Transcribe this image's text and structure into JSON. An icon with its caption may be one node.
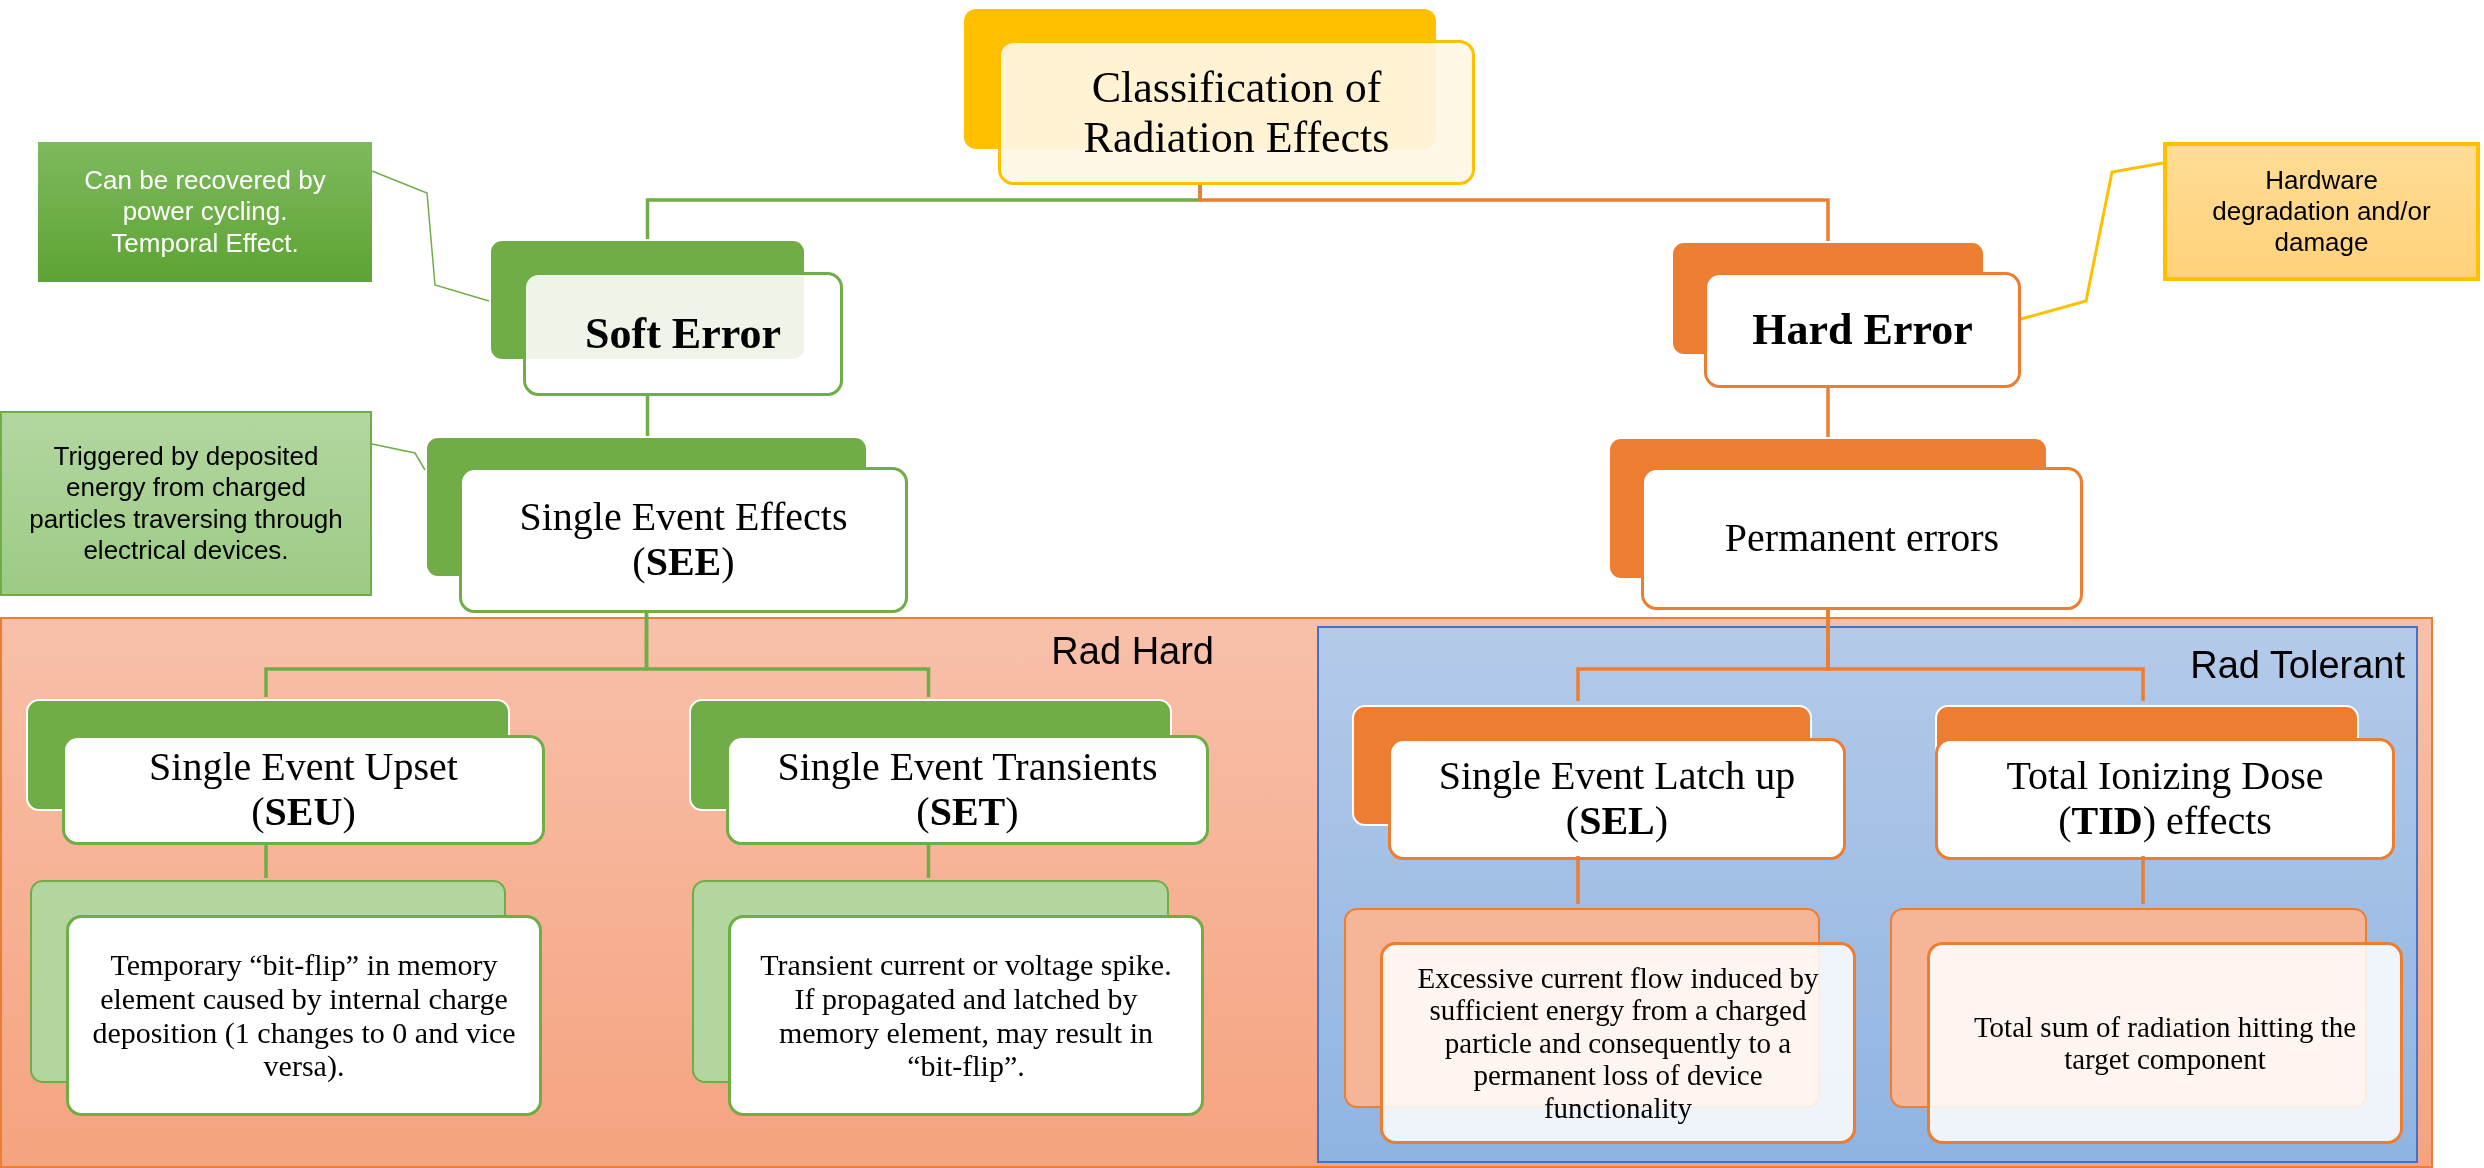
{
  "diagram": {
    "nodes": [
      {
        "text": [
          "Classification of Radiation Effects"
        ]
      },
      {
        "text": [
          "Can be recovered by power cycling. Temporal Effect."
        ]
      },
      {
        "text": [
          "Soft Error"
        ]
      },
      {
        "text": [
          "Hard Error"
        ]
      },
      {
        "text": [
          "Hardware degradation and/or damage"
        ]
      },
      {
        "text": [
          "Triggered by deposited energy from charged particles traversing through electrical devices."
        ]
      },
      {
        "text": [
          "Single Event Effects (**SEE**)"
        ]
      },
      {
        "text": [
          "Permanent errors"
        ]
      },
      {
        "text": [
          "Rad Hard"
        ]
      },
      {
        "text": [
          "Rad Tolerant"
        ],
        "in": 8
      },
      {
        "text": [
          "Single Event Upset (**SEU**)"
        ],
        "in": 8
      },
      {
        "text": [
          "Single Event Transients (**SET**)"
        ],
        "in": 8
      },
      {
        "text": [
          "Single Event Latch up (**SEL**)"
        ],
        "in": 9
      },
      {
        "text": [
          "Total Ionizing Dose (**TID**) effects"
        ],
        "in": 9
      },
      {
        "text": [
          "Temporary “bit-flip” in memory element caused by internal charge deposition (1 changes to 0 and vice versa)."
        ],
        "in": 8
      },
      {
        "text": [
          "Transient current or voltage spike. If propagated and latched by memory element, may result in “bit-flip”."
        ],
        "in": 8
      },
      {
        "text": [
          "Excessive current flow induced by sufficient energy from a charged particle and consequently to a permanent loss of device functionality"
        ],
        "in": 9
      },
      {
        "text": [
          "Total sum of radiation hitting the target component"
        ],
        "in": 9
      }
    ],
    "edges": [
      {
        "from": 0,
        "to": 2,
        "arrow": "none"
      },
      {
        "from": 0,
        "to": 3,
        "arrow": "none",
        "color": "#ed7d31"
      },
      {
        "from": 2,
        "to": 6,
        "arrow": "none"
      },
      {
        "from": 3,
        "to": 7,
        "arrow": "none",
        "color": "#ed7d31"
      },
      {
        "from": 6,
        "to": 10,
        "arrow": "none"
      },
      {
        "from": 6,
        "to": 11,
        "arrow": "none"
      },
      {
        "from": 7,
        "to": 12,
        "arrow": "none",
        "color": "#ed7d31"
      },
      {
        "from": 7,
        "to": 13,
        "arrow": "none",
        "color": "#ed7d31"
      },
      {
        "from": 10,
        "to": 14,
        "arrow": "none"
      },
      {
        "from": 11,
        "to": 15,
        "arrow": "none"
      },
      {
        "from": 12,
        "to": 16,
        "arrow": "none",
        "color": "#ed7d31"
      },
      {
        "from": 13,
        "to": 17,
        "arrow": "none",
        "color": "#ed7d31"
      },
      {
        "from": 1,
        "to": 2,
        "arrow": "none"
      },
      {
        "from": 4,
        "to": 3,
        "arrow": "none",
        "color": "#ffc000"
      },
      {
        "from": 5,
        "to": 6,
        "arrow": "none"
      }
    ]
  }
}
